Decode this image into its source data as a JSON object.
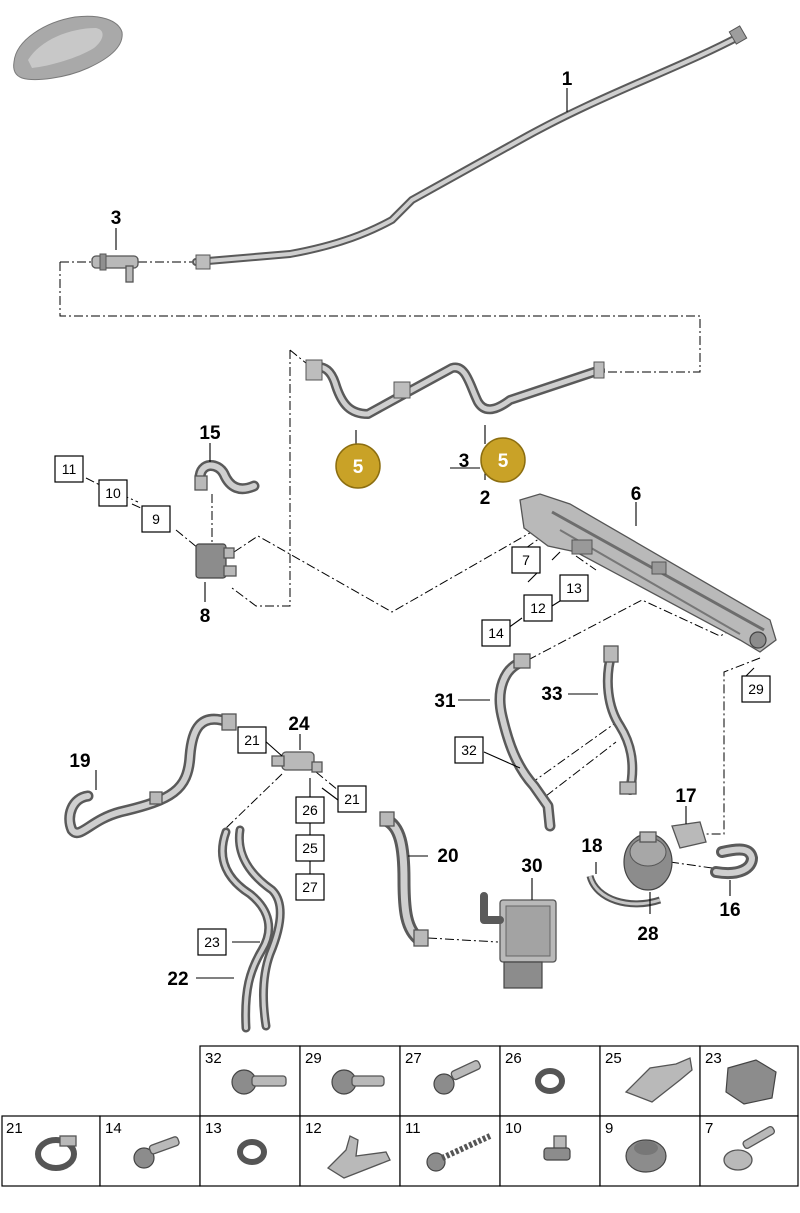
{
  "callouts": {
    "a": "5",
    "b": "5",
    "color": "#c9a227"
  },
  "labels": {
    "p1": "1",
    "p2": "2",
    "p3a": "3",
    "p3b": "3",
    "p6": "6",
    "p8": "8",
    "p15": "15",
    "p16": "16",
    "p17": "17",
    "p18": "18",
    "p19": "19",
    "p20": "20",
    "p22": "22",
    "p24": "24",
    "p28": "28",
    "p30": "30",
    "p31": "31",
    "p33": "33"
  },
  "boxed": {
    "b7": "7",
    "b9": "9",
    "b10": "10",
    "b11": "11",
    "b12": "12",
    "b13": "13",
    "b14": "14",
    "b21a": "21",
    "b21b": "21",
    "b23": "23",
    "b25": "25",
    "b26": "26",
    "b27": "27",
    "b29": "29",
    "b32": "32"
  },
  "table": {
    "row1": [
      "32",
      "29",
      "27",
      "26",
      "25",
      "23"
    ],
    "row2": [
      "21",
      "14",
      "13",
      "12",
      "11",
      "10",
      "9",
      "7"
    ]
  },
  "icons": {
    "car": "car-silhouette-icon",
    "row1": [
      "screw-icon",
      "screw-icon",
      "screw-icon",
      "sealing-ring-icon",
      "sensor-icon",
      "nut-icon"
    ],
    "row2": [
      "hose-clamp-icon",
      "screw-icon",
      "sealing-ring-icon",
      "bracket-bolt-icon",
      "self-tapping-screw-icon",
      "bolt-icon",
      "grommet-icon",
      "washer-screw-icon"
    ]
  }
}
